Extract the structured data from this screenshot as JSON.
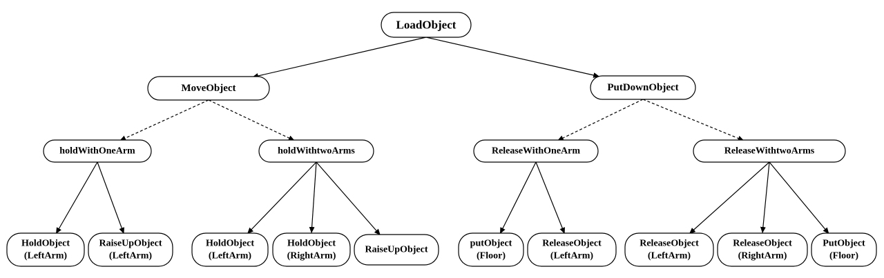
{
  "diagram": {
    "nodes": {
      "root": {
        "lines": [
          "LoadObject"
        ],
        "fontSize": 17
      },
      "move": {
        "lines": [
          "MoveObject"
        ],
        "fontSize": 15
      },
      "putdown": {
        "lines": [
          "PutDownObject"
        ],
        "fontSize": 15
      },
      "hold_one": {
        "lines": [
          "holdWithOneArm"
        ],
        "fontSize": 14
      },
      "hold_two": {
        "lines": [
          "holdWithtwoArms"
        ],
        "fontSize": 14
      },
      "rel_one": {
        "lines": [
          "ReleaseWithOneArm"
        ],
        "fontSize": 14
      },
      "rel_two": {
        "lines": [
          "ReleaseWithtwoArms"
        ],
        "fontSize": 14
      },
      "l1": {
        "lines": [
          "HoldObject",
          "(LeftArm)"
        ],
        "fontSize": 14
      },
      "l2": {
        "lines": [
          "RaiseUpObject",
          "(LeftArm)"
        ],
        "fontSize": 14
      },
      "l3": {
        "lines": [
          "HoldObject",
          "(LeftArm)"
        ],
        "fontSize": 14
      },
      "l4": {
        "lines": [
          "HoldObject",
          "(RightArm)"
        ],
        "fontSize": 14
      },
      "l5": {
        "lines": [
          "RaiseUpObject"
        ],
        "fontSize": 14
      },
      "l6": {
        "lines": [
          "putObject",
          "(Floor)"
        ],
        "fontSize": 14
      },
      "l7": {
        "lines": [
          "ReleaseObject",
          "(LeftArm)"
        ],
        "fontSize": 14
      },
      "l8": {
        "lines": [
          "ReleaseObject",
          "(LeftArm)"
        ],
        "fontSize": 14
      },
      "l9": {
        "lines": [
          "ReleaseObject",
          "(RightArm)"
        ],
        "fontSize": 14
      },
      "l10": {
        "lines": [
          "PutObject",
          "(Floor)"
        ],
        "fontSize": 14
      }
    },
    "edges": [
      {
        "from": "root",
        "to": "move",
        "style": "solid"
      },
      {
        "from": "root",
        "to": "putdown",
        "style": "solid"
      },
      {
        "from": "move",
        "to": "hold_one",
        "style": "dashed"
      },
      {
        "from": "move",
        "to": "hold_two",
        "style": "dashed"
      },
      {
        "from": "putdown",
        "to": "rel_one",
        "style": "dashed"
      },
      {
        "from": "putdown",
        "to": "rel_two",
        "style": "dashed"
      },
      {
        "from": "hold_one",
        "to": "l1",
        "style": "solid"
      },
      {
        "from": "hold_one",
        "to": "l2",
        "style": "solid"
      },
      {
        "from": "hold_two",
        "to": "l3",
        "style": "solid"
      },
      {
        "from": "hold_two",
        "to": "l4",
        "style": "solid"
      },
      {
        "from": "hold_two",
        "to": "l5",
        "style": "solid"
      },
      {
        "from": "rel_one",
        "to": "l6",
        "style": "solid"
      },
      {
        "from": "rel_one",
        "to": "l7",
        "style": "solid"
      },
      {
        "from": "rel_two",
        "to": "l8",
        "style": "solid"
      },
      {
        "from": "rel_two",
        "to": "l9",
        "style": "solid"
      },
      {
        "from": "rel_two",
        "to": "l10",
        "style": "solid"
      }
    ]
  }
}
